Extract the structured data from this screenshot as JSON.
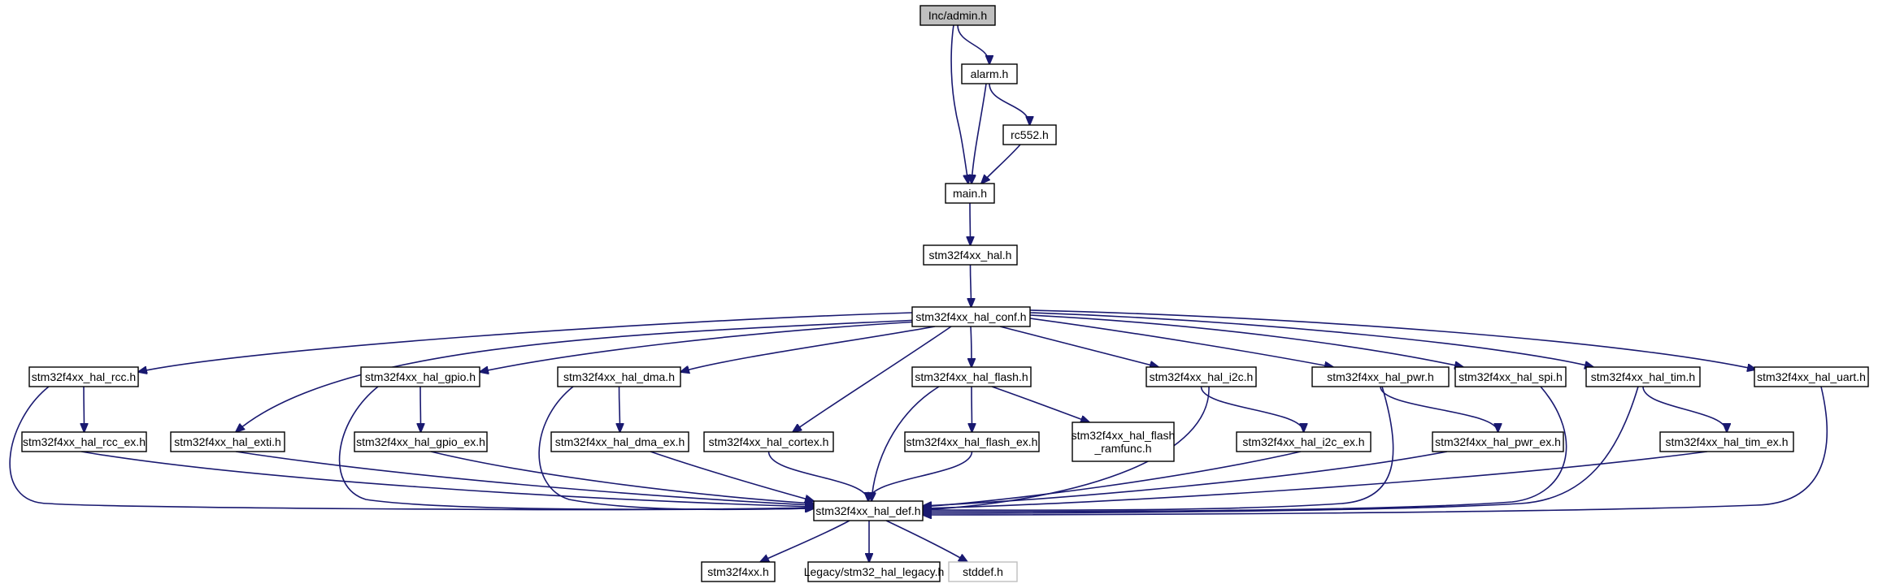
{
  "graph": {
    "colors": {
      "edge": "#191970",
      "node_border": "#000000",
      "root_fill": "#bfbfbf",
      "external_border": "#bfbfbf",
      "node_fill": "#ffffff"
    },
    "nodes": [
      {
        "id": "admin",
        "label": "Inc/admin.h",
        "kind": "root"
      },
      {
        "id": "alarm",
        "label": "alarm.h",
        "kind": "file"
      },
      {
        "id": "rc552",
        "label": "rc552.h",
        "kind": "file"
      },
      {
        "id": "main",
        "label": "main.h",
        "kind": "file"
      },
      {
        "id": "hal",
        "label": "stm32f4xx_hal.h",
        "kind": "file"
      },
      {
        "id": "conf",
        "label": "stm32f4xx_hal_conf.h",
        "kind": "file"
      },
      {
        "id": "rcc",
        "label": "stm32f4xx_hal_rcc.h",
        "kind": "file"
      },
      {
        "id": "gpio",
        "label": "stm32f4xx_hal_gpio.h",
        "kind": "file"
      },
      {
        "id": "dma",
        "label": "stm32f4xx_hal_dma.h",
        "kind": "file"
      },
      {
        "id": "flash",
        "label": "stm32f4xx_hal_flash.h",
        "kind": "file"
      },
      {
        "id": "i2c",
        "label": "stm32f4xx_hal_i2c.h",
        "kind": "file"
      },
      {
        "id": "pwr",
        "label": "stm32f4xx_hal_pwr.h",
        "kind": "file"
      },
      {
        "id": "spi",
        "label": "stm32f4xx_hal_spi.h",
        "kind": "file"
      },
      {
        "id": "tim",
        "label": "stm32f4xx_hal_tim.h",
        "kind": "file"
      },
      {
        "id": "uart",
        "label": "stm32f4xx_hal_uart.h",
        "kind": "file"
      },
      {
        "id": "rcc_ex",
        "label": "stm32f4xx_hal_rcc_ex.h",
        "kind": "file"
      },
      {
        "id": "exti",
        "label": "stm32f4xx_hal_exti.h",
        "kind": "file"
      },
      {
        "id": "gpio_ex",
        "label": "stm32f4xx_hal_gpio_ex.h",
        "kind": "file"
      },
      {
        "id": "dma_ex",
        "label": "stm32f4xx_hal_dma_ex.h",
        "kind": "file"
      },
      {
        "id": "cortex",
        "label": "stm32f4xx_hal_cortex.h",
        "kind": "file"
      },
      {
        "id": "flash_ex",
        "label": "stm32f4xx_hal_flash_ex.h",
        "kind": "file"
      },
      {
        "id": "flash_ramfunc",
        "label": "stm32f4xx_hal_flash\n_ramfunc.h",
        "kind": "file"
      },
      {
        "id": "i2c_ex",
        "label": "stm32f4xx_hal_i2c_ex.h",
        "kind": "file"
      },
      {
        "id": "pwr_ex",
        "label": "stm32f4xx_hal_pwr_ex.h",
        "kind": "file"
      },
      {
        "id": "tim_ex",
        "label": "stm32f4xx_hal_tim_ex.h",
        "kind": "file"
      },
      {
        "id": "def",
        "label": "stm32f4xx_hal_def.h",
        "kind": "file"
      },
      {
        "id": "stm32f4xx",
        "label": "stm32f4xx.h",
        "kind": "file"
      },
      {
        "id": "legacy",
        "label": "Legacy/stm32_hal_legacy.h",
        "kind": "file"
      },
      {
        "id": "stddef",
        "label": "stddef.h",
        "kind": "external"
      }
    ],
    "edges": [
      {
        "from": "admin",
        "to": "alarm"
      },
      {
        "from": "admin",
        "to": "main"
      },
      {
        "from": "alarm",
        "to": "main"
      },
      {
        "from": "alarm",
        "to": "rc552"
      },
      {
        "from": "rc552",
        "to": "main"
      },
      {
        "from": "main",
        "to": "hal"
      },
      {
        "from": "hal",
        "to": "conf"
      },
      {
        "from": "conf",
        "to": "rcc"
      },
      {
        "from": "conf",
        "to": "exti"
      },
      {
        "from": "conf",
        "to": "gpio"
      },
      {
        "from": "conf",
        "to": "dma"
      },
      {
        "from": "conf",
        "to": "cortex"
      },
      {
        "from": "conf",
        "to": "flash"
      },
      {
        "from": "conf",
        "to": "i2c"
      },
      {
        "from": "conf",
        "to": "pwr"
      },
      {
        "from": "conf",
        "to": "spi"
      },
      {
        "from": "conf",
        "to": "tim"
      },
      {
        "from": "conf",
        "to": "uart"
      },
      {
        "from": "rcc",
        "to": "rcc_ex"
      },
      {
        "from": "rcc",
        "to": "def"
      },
      {
        "from": "rcc_ex",
        "to": "def"
      },
      {
        "from": "exti",
        "to": "def"
      },
      {
        "from": "gpio",
        "to": "gpio_ex"
      },
      {
        "from": "gpio",
        "to": "def"
      },
      {
        "from": "gpio_ex",
        "to": "def"
      },
      {
        "from": "dma",
        "to": "dma_ex"
      },
      {
        "from": "dma",
        "to": "def"
      },
      {
        "from": "dma_ex",
        "to": "def"
      },
      {
        "from": "cortex",
        "to": "def"
      },
      {
        "from": "flash",
        "to": "flash_ex"
      },
      {
        "from": "flash",
        "to": "flash_ramfunc"
      },
      {
        "from": "flash",
        "to": "def"
      },
      {
        "from": "flash_ex",
        "to": "def"
      },
      {
        "from": "i2c",
        "to": "i2c_ex"
      },
      {
        "from": "i2c",
        "to": "def"
      },
      {
        "from": "i2c_ex",
        "to": "def"
      },
      {
        "from": "pwr",
        "to": "pwr_ex"
      },
      {
        "from": "pwr",
        "to": "def"
      },
      {
        "from": "pwr_ex",
        "to": "def"
      },
      {
        "from": "spi",
        "to": "def"
      },
      {
        "from": "tim",
        "to": "tim_ex"
      },
      {
        "from": "tim",
        "to": "def"
      },
      {
        "from": "tim_ex",
        "to": "def"
      },
      {
        "from": "uart",
        "to": "def"
      },
      {
        "from": "def",
        "to": "stm32f4xx"
      },
      {
        "from": "def",
        "to": "legacy"
      },
      {
        "from": "def",
        "to": "stddef"
      }
    ]
  }
}
